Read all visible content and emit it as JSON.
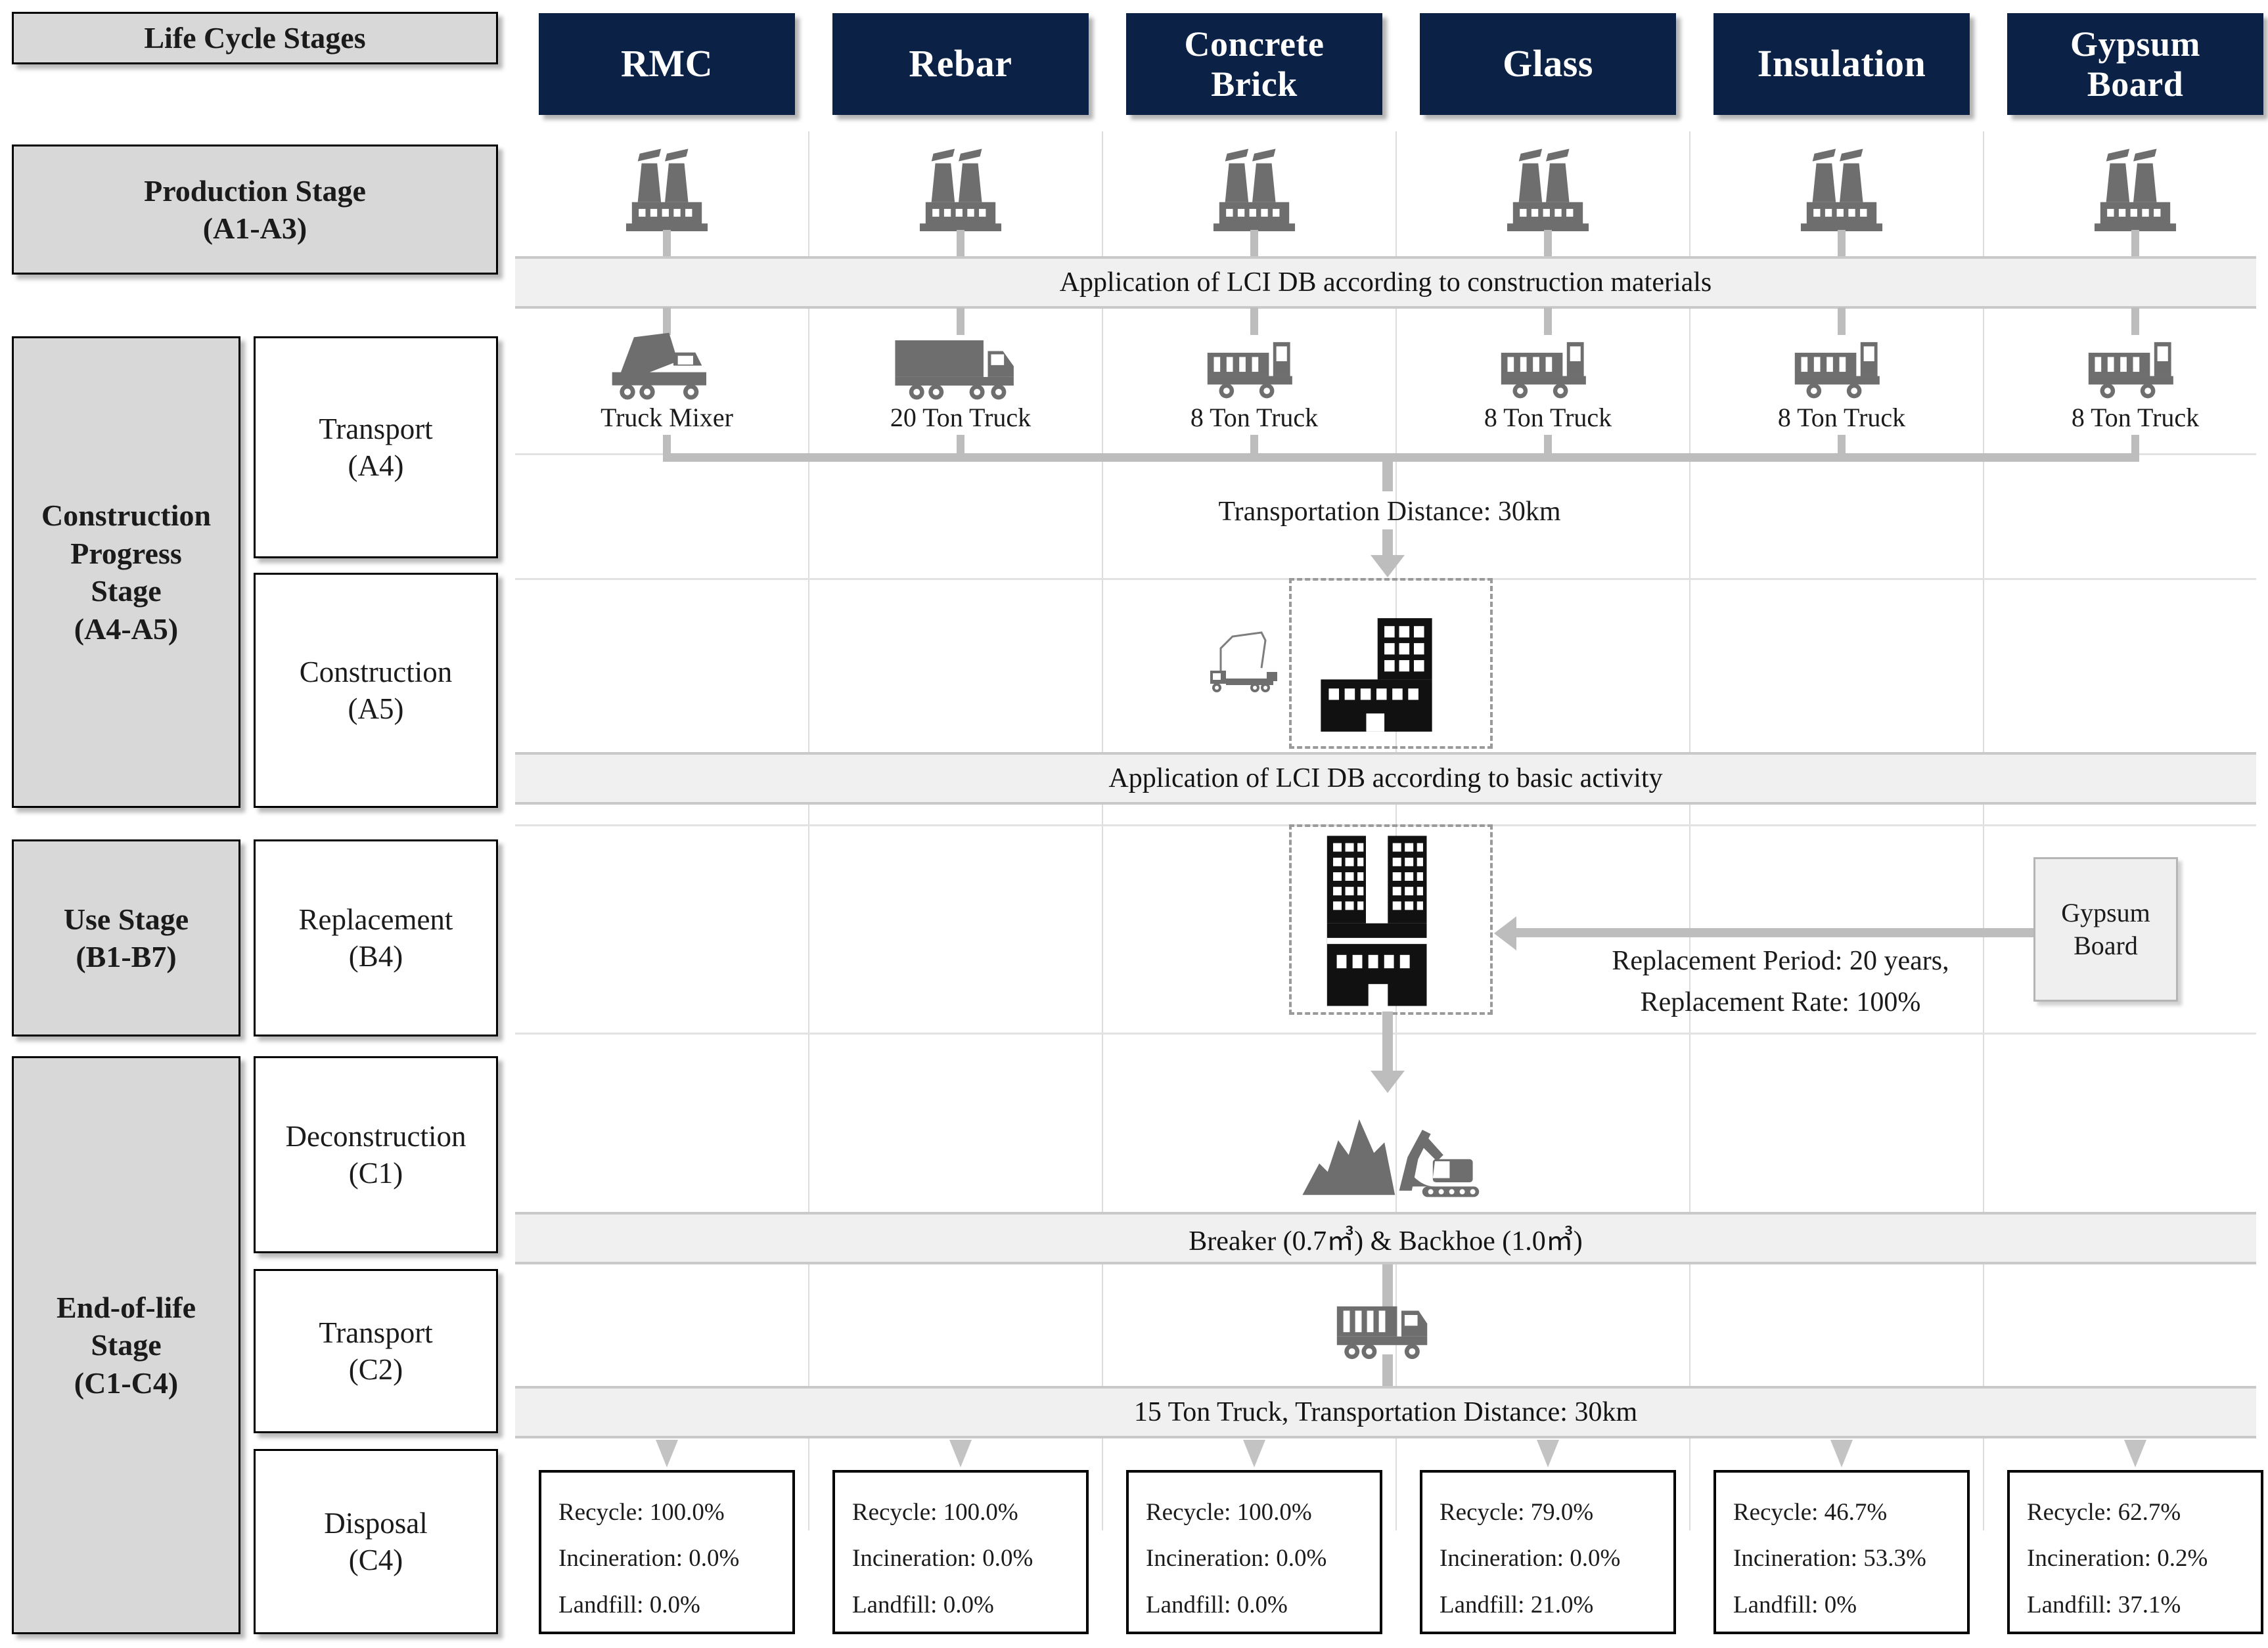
{
  "legend": {
    "title": "Life Cycle Stages"
  },
  "stages": [
    {
      "name": "production",
      "label": "Production Stage\n(A1-A3)",
      "lines": [
        "Production Stage",
        "(A1-A3)"
      ]
    },
    {
      "name": "construction",
      "label": "Construction Progress Stage (A4-A5)",
      "lines": [
        "Construction",
        "Progress",
        "Stage",
        "(A4-A5)"
      ]
    },
    {
      "name": "use",
      "label": "Use Stage (B1-B7)",
      "lines": [
        "Use Stage",
        "(B1-B7)"
      ]
    },
    {
      "name": "eol",
      "label": "End-of-life Stage (C1-C4)",
      "lines": [
        "End-of-life",
        "Stage",
        "(C1-C4)"
      ]
    }
  ],
  "substages": [
    {
      "name": "transport-a4",
      "lines": [
        "Transport",
        "(A4)"
      ]
    },
    {
      "name": "construction-a5",
      "lines": [
        "Construction",
        "(A5)"
      ]
    },
    {
      "name": "replacement-b4",
      "lines": [
        "Replacement",
        "(B4)"
      ]
    },
    {
      "name": "deconstruction-c1",
      "lines": [
        "Deconstruction",
        "(C1)"
      ]
    },
    {
      "name": "transport-c2",
      "lines": [
        "Transport",
        "(C2)"
      ]
    },
    {
      "name": "disposal-c4",
      "lines": [
        "Disposal",
        "(C4)"
      ]
    }
  ],
  "materials": [
    {
      "id": "rmc",
      "lines": [
        "RMC"
      ],
      "transport_icon": "concrete-mixer-truck-icon",
      "transport_label": "Truck Mixer",
      "disposal": {
        "recycle": "Recycle: 100.0%",
        "incineration": "Incineration: 0.0%",
        "landfill": "Landfill: 0.0%"
      }
    },
    {
      "id": "rebar",
      "lines": [
        "Rebar"
      ],
      "transport_icon": "semi-trailer-truck-icon",
      "transport_label": "20 Ton Truck",
      "disposal": {
        "recycle": "Recycle: 100.0%",
        "incineration": "Incineration: 0.0%",
        "landfill": "Landfill: 0.0%"
      }
    },
    {
      "id": "concrete-brick",
      "lines": [
        "Concrete",
        "Brick"
      ],
      "transport_icon": "dump-truck-icon",
      "transport_label": "8 Ton Truck",
      "disposal": {
        "recycle": "Recycle: 100.0%",
        "incineration": "Incineration: 0.0%",
        "landfill": "Landfill: 0.0%"
      }
    },
    {
      "id": "glass",
      "lines": [
        "Glass"
      ],
      "transport_icon": "dump-truck-icon",
      "transport_label": "8 Ton Truck",
      "disposal": {
        "recycle": "Recycle: 79.0%",
        "incineration": "Incineration: 0.0%",
        "landfill": "Landfill: 21.0%"
      }
    },
    {
      "id": "insulation",
      "lines": [
        "Insulation"
      ],
      "transport_icon": "dump-truck-icon",
      "transport_label": "8 Ton Truck",
      "disposal": {
        "recycle": "Recycle: 46.7%",
        "incineration": "Incineration: 53.3%",
        "landfill": "Landfill: 0%"
      }
    },
    {
      "id": "gypsum-board",
      "lines": [
        "Gypsum",
        "Board"
      ],
      "transport_icon": "dump-truck-icon",
      "transport_label": "8 Ton Truck",
      "disposal": {
        "recycle": "Recycle: 62.7%",
        "incineration": "Incineration: 0.2%",
        "landfill": "Landfill: 37.1%"
      }
    }
  ],
  "banners": {
    "production_db": "Application of LCI DB according to construction materials",
    "activity_db": "Application of LCI DB according to basic activity",
    "breaker_backhoe": "Breaker (0.7㎥) & Backhoe (1.0㎥)",
    "eol_transport": "15 Ton Truck, Transportation Distance: 30km"
  },
  "annotations": {
    "transport_distance": "Transportation Distance: 30km",
    "replacement_period": "Replacement Period: 20 years,",
    "replacement_rate": "Replacement Rate: 100%",
    "replacement_material_lines": [
      "Gypsum",
      "Board"
    ]
  },
  "icons": {
    "factory": "factory-icon",
    "pump_truck": "concrete-pump-truck-icon",
    "site_building": "construction-site-building-icon",
    "building": "apartment-building-icon",
    "rubble_excavator": "rubble-and-excavator-icon",
    "waste_truck": "waste-hauling-truck-icon"
  },
  "colors": {
    "header_navy": "#0b2146",
    "stage_gray": "#d8d8d8",
    "banner_gray": "#f0f0f0",
    "connector_gray": "#bdbdbd",
    "icon_gray": "#6e6e6e",
    "icon_black": "#111111"
  }
}
